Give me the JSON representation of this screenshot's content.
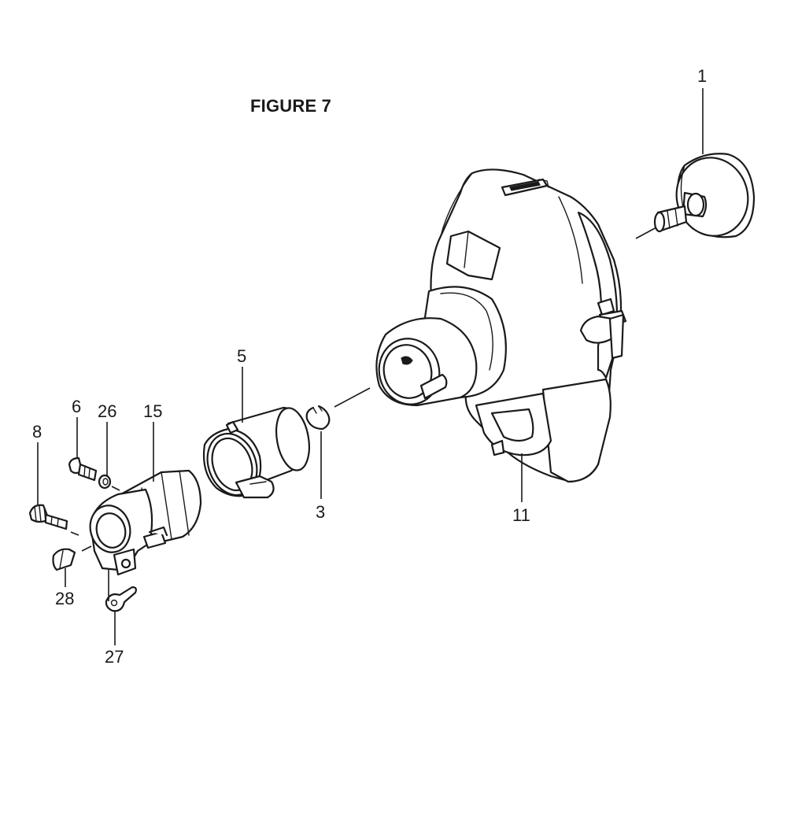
{
  "figure": {
    "title": "FIGURE 7"
  },
  "callouts": {
    "c1": "1",
    "c3": "3",
    "c5": "5",
    "c6": "6",
    "c8": "8",
    "c11": "11",
    "c15": "15",
    "c26": "26",
    "c27": "27",
    "c28": "28"
  }
}
